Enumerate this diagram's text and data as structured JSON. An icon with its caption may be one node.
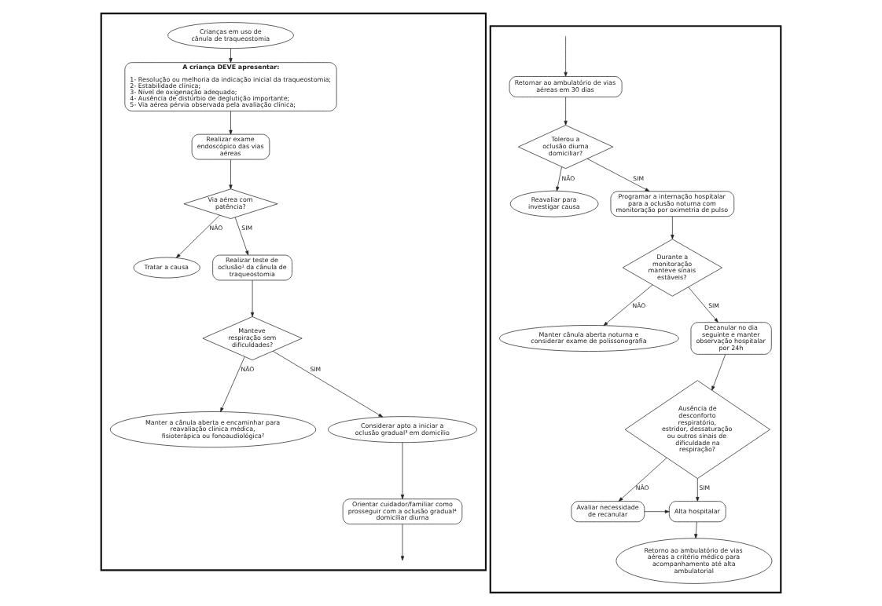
{
  "diagram": {
    "nodes": [
      {
        "text": [],
        "shape": "box"
      },
      {
        "text": [
          "Crianças em uso de cânula de traqueostomia"
        ],
        "in": 0
      },
      {
        "text": [
          "A criança DEVE apresentar:",
          "1- Resolução ou melhoria da indicação inicial da traqueostomia;",
          "2- Estabilidade clínica;",
          "3- Nível de oxigenação adequado;",
          "4- Ausência de distúrbio de deglutição importante;",
          "5- Via aérea pérvia observada pela avaliação clínica;"
        ],
        "in": 0
      },
      {
        "text": [
          "Realizar exame endoscópico das vias aéreas"
        ],
        "in": 0
      },
      {
        "text": [
          "Via aérea com patência?"
        ],
        "in": 0
      },
      {
        "text": [
          "Tratar a causa"
        ],
        "in": 0
      },
      {
        "text": [
          "Realizar teste de oclusão¹ da cânula de traqueostomia"
        ],
        "in": 0
      },
      {
        "text": [
          "Manteve respiração sem dificuldades?"
        ],
        "in": 0
      },
      {
        "text": [
          "Manter a cânula aberta e encaminhar para reavaliação clínica médica, fisioterápica ou fonoaudiológica²"
        ],
        "in": 0
      },
      {
        "text": [
          "Considerar apto a iniciar a oclusão gradual³ em domicílio"
        ],
        "in": 0
      },
      {
        "text": [
          "Orientar cuidador/familiar como prosseguir com a oclusão gradual⁴ domiciliar diurna"
        ],
        "in": 0
      },
      {
        "text": [],
        "shape": "box"
      },
      {
        "text": [
          "Retornar ao ambulatório de vias aéreas em 30 dias"
        ],
        "in": 11
      },
      {
        "text": [
          "Tolerou a oclusão diurna domiciliar?"
        ],
        "in": 11
      },
      {
        "text": [
          "Reavaliar para investigar causa"
        ],
        "in": 11
      },
      {
        "text": [
          "Programar a internação hospitalar para a oclusão noturna com monitoração por oximetria de pulso"
        ],
        "in": 11
      },
      {
        "text": [
          "Durante a monitoração manteve sinais estáveis?"
        ],
        "in": 11
      },
      {
        "text": [
          "Manter cânula aberta noturna e considerar exame de polissonografia"
        ],
        "in": 11
      },
      {
        "text": [
          "Decanular no dia seguinte e manter observação hospitalar por 24h"
        ],
        "in": 11
      },
      {
        "text": [
          "Ausência de desconforto respiratório, estridor, dessaturação ou outros sinais de dificuldade na respiração?"
        ],
        "in": 11
      },
      {
        "text": [
          "Avaliar necessidade de recanular"
        ],
        "in": 11
      },
      {
        "text": [
          "Alta hospitalar"
        ],
        "in": 11
      },
      {
        "text": [
          "Retorno ao ambulatório de vias aéreas a critério médico para acompanhamento até alta ambulatorial"
        ],
        "in": 11
      }
    ],
    "edges": [
      {
        "from": 1,
        "to": 2,
        "arrow": "to"
      },
      {
        "from": 2,
        "to": 3,
        "arrow": "to"
      },
      {
        "from": 3,
        "to": 4,
        "arrow": "to"
      },
      {
        "from": 4,
        "to": 5,
        "arrow": "to",
        "label": "NÃO"
      },
      {
        "from": 4,
        "to": 6,
        "arrow": "to",
        "label": "SIM"
      },
      {
        "from": 6,
        "to": 7,
        "arrow": "to"
      },
      {
        "from": 7,
        "to": 8,
        "arrow": "to",
        "label": "NÃO"
      },
      {
        "from": 7,
        "to": 9,
        "arrow": "to",
        "label": "SIM"
      },
      {
        "from": 9,
        "to": 10,
        "arrow": "to"
      },
      {
        "from": 10,
        "to": null,
        "arrow": "to"
      },
      {
        "from": null,
        "to": 12,
        "arrow": "to"
      },
      {
        "from": 12,
        "to": 13,
        "arrow": "to"
      },
      {
        "from": 13,
        "to": 14,
        "arrow": "to",
        "label": "NÃO"
      },
      {
        "from": 13,
        "to": 15,
        "arrow": "to",
        "label": "SIM"
      },
      {
        "from": 15,
        "to": 16,
        "arrow": "to"
      },
      {
        "from": 16,
        "to": 17,
        "arrow": "to",
        "label": "NÃO"
      },
      {
        "from": 16,
        "to": 18,
        "arrow": "to",
        "label": "SIM"
      },
      {
        "from": 18,
        "to": 19,
        "arrow": "to"
      },
      {
        "from": 19,
        "to": 20,
        "arrow": "to",
        "label": "NÃO"
      },
      {
        "from": 19,
        "to": 21,
        "arrow": "to",
        "label": "SIM"
      },
      {
        "from": 20,
        "to": 21,
        "arrow": "to"
      },
      {
        "from": 21,
        "to": 22,
        "arrow": "to"
      }
    ]
  }
}
